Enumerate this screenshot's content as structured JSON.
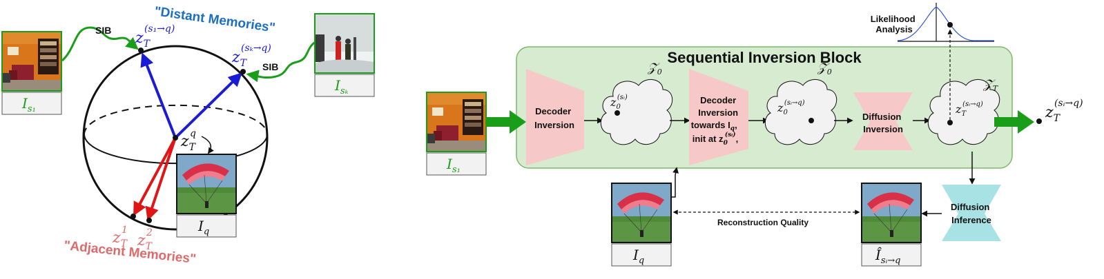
{
  "left": {
    "distant_label": "\"Distant Memories\"",
    "adjacent_label": "\"Adjacent Memories\"",
    "sib_a": "SIB",
    "sib_b": "SIB",
    "z_main": "z",
    "z_main_sub": "T",
    "z_main_sup": "(s₁→q)",
    "z_k": "z",
    "z_k_sub": "T",
    "z_k_sup": "(sₖ→q)",
    "z_q": "z",
    "z_q_sub": "T",
    "z_q_sup": "q",
    "z_1": "z",
    "z_1_sub": "T",
    "z_1_sup": "1",
    "z_2": "z",
    "z_2_sub": "T",
    "z_2_sup": "2",
    "cap_s1": "𝐼",
    "cap_s1_sub": "s₁",
    "cap_sk": "𝐼",
    "cap_sk_sub": "sₖ",
    "cap_q": "𝐼",
    "cap_q_sub": "q"
  },
  "right": {
    "block_title": "Sequential Inversion Block",
    "decoder_inversion": [
      "Decoder",
      "Inversion"
    ],
    "decoder_inversion_towards": [
      "Decoder",
      "Inversion",
      "towards I",
      "init at z"
    ],
    "towards_sub": "q",
    "init_sub": "0",
    "init_sup": "(sᵢ)",
    "diffusion_inversion": [
      "Diffusion",
      "Inversion"
    ],
    "diffusion_inference": [
      "Diffusion",
      "Inference"
    ],
    "likelihood": [
      "Likelihood",
      "Analysis"
    ],
    "reconstruction": "Reconstruction Quality",
    "z0_label": "𝒵",
    "z0_sub": "0",
    "zT_label": "𝒵",
    "zT_sub": "T",
    "cloud1_z": "z",
    "cloud1_sub": "0",
    "cloud1_sup": "(sᵢ)",
    "cloud2_z": "z",
    "cloud2_sub": "0",
    "cloud2_sup": "(sᵢ→q)",
    "cloud3_z": "z",
    "cloud3_sub": "T",
    "cloud3_sup": "(sᵢ→q)",
    "out_z": "z",
    "out_sub": "T",
    "out_sup": "(sᵢ→q)",
    "cap_in": "𝐼",
    "cap_in_sub": "s₁",
    "cap_q": "𝐼",
    "cap_q_sub": "q",
    "cap_hat": "Î",
    "cap_hat_sub": "sᵢ→q"
  },
  "colors": {
    "green_arrow": "#1a9e1a",
    "blue": "#1b1bd6",
    "red": "#e01515",
    "distant_text": "#1a6fc4",
    "adjacent_text": "#e06a6a",
    "block_fill": "#d6ebd0",
    "block_stroke": "#7cb86a",
    "trapezoid_fill": "#f6c8c8",
    "inference_fill": "#a8e2e4"
  }
}
